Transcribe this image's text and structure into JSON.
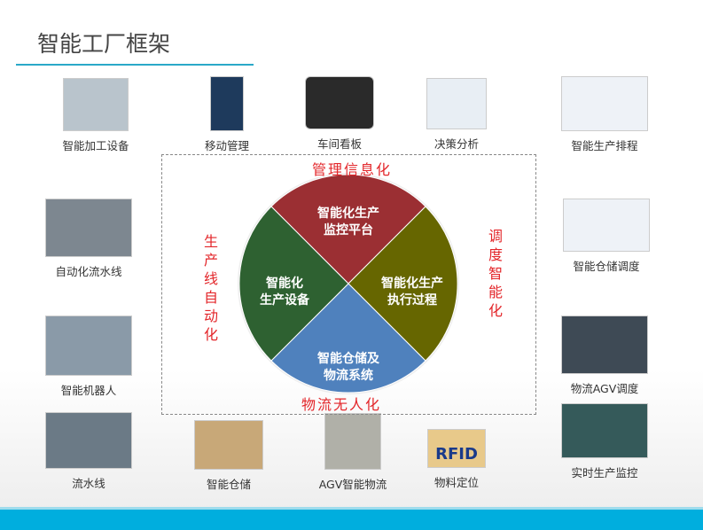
{
  "title": "智能工厂框架",
  "items": [
    {
      "label": "智能加工设备",
      "bg": "#b9c4cc"
    },
    {
      "label": "移动管理",
      "bg": "#1e3a5c"
    },
    {
      "label": "车间看板",
      "bg": "#2a2a2a"
    },
    {
      "label": "决策分析",
      "bg": "#e8eef4"
    },
    {
      "label": "智能生产排程",
      "bg": "#eef2f7"
    },
    {
      "label": "自动化流水线",
      "bg": "#7d8790"
    },
    {
      "label": "智能仓储调度",
      "bg": "#eef2f7"
    },
    {
      "label": "智能机器人",
      "bg": "#8a9aa8"
    },
    {
      "label": "物流AGV调度",
      "bg": "#3e4a55"
    },
    {
      "label": "流水线",
      "bg": "#6b7a86"
    },
    {
      "label": "智能仓储",
      "bg": "#c8a878"
    },
    {
      "label": "AGV智能物流",
      "bg": "#b0b0a8"
    },
    {
      "label": "物料定位",
      "bg": "#e8c98a"
    },
    {
      "label": "实时生产监控",
      "bg": "#355a5a"
    }
  ],
  "diagram": {
    "top_label": "管理信息化",
    "bottom_label": "物流无人化",
    "left_label": "生产线自动化",
    "right_label": "调度智能化",
    "segments": [
      {
        "line1": "智能化生产",
        "line2": "监控平台",
        "color": "#9b2f33"
      },
      {
        "line1": "智能化生产",
        "line2": "执行过程",
        "color": "#666600"
      },
      {
        "line1": "智能仓储及",
        "line2": "物流系统",
        "color": "#4f81bd"
      },
      {
        "line1": "智能化",
        "line2": "生产设备",
        "color": "#2e6131"
      }
    ]
  },
  "rfid_text": "RFID"
}
